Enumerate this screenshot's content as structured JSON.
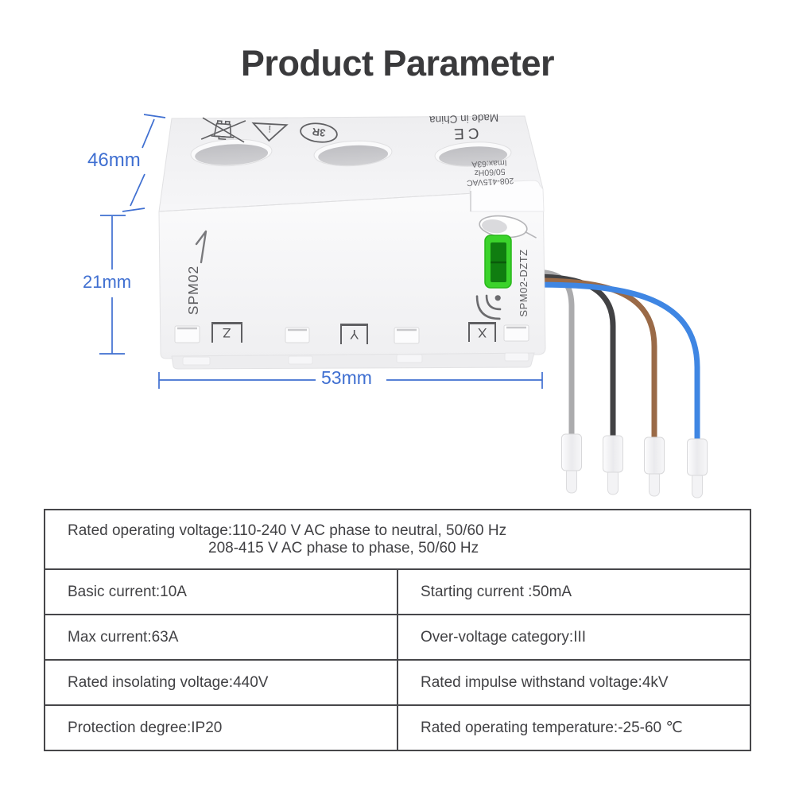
{
  "title": "Product Parameter",
  "colors": {
    "accent_blue": "#3f6fd1",
    "led_green": "#3bd32b",
    "led_green_dark": "#107d10",
    "wire_gray": "#ababad",
    "wire_black": "#424244",
    "wire_brown": "#9a6a47",
    "wire_blue": "#3f86e3"
  },
  "device": {
    "dim_depth": "46mm",
    "dim_height": "21mm",
    "dim_width": "53mm",
    "made_in": "Made in China",
    "ce_mark": "CE",
    "rating_line1": "208-415VAC",
    "rating_line2": "50/60Hz",
    "rating_line3": "Imax:63A",
    "model": "SPM02",
    "model_code": "SPM02-DZTZ",
    "terminal_z": "Z",
    "terminal_y": "Y",
    "terminal_x": "X",
    "icon_info": "i",
    "icon_3r": "3R"
  },
  "table": {
    "voltage_line1": "Rated operating voltage:110-240 V AC phase to neutral, 50/60 Hz",
    "voltage_line2": "208-415 V AC phase to phase, 50/60 Hz",
    "rows": [
      {
        "left": "Basic current:10A",
        "right": "Starting current :50mA"
      },
      {
        "left": "Max current:63A",
        "right": "Over-voltage category:III"
      },
      {
        "left": "Rated insolating voltage:440V",
        "right": "Rated impulse withstand voltage:4kV"
      },
      {
        "left": "Protection degree:IP20",
        "right": "Rated operating temperature:-25-60 ℃"
      }
    ]
  }
}
